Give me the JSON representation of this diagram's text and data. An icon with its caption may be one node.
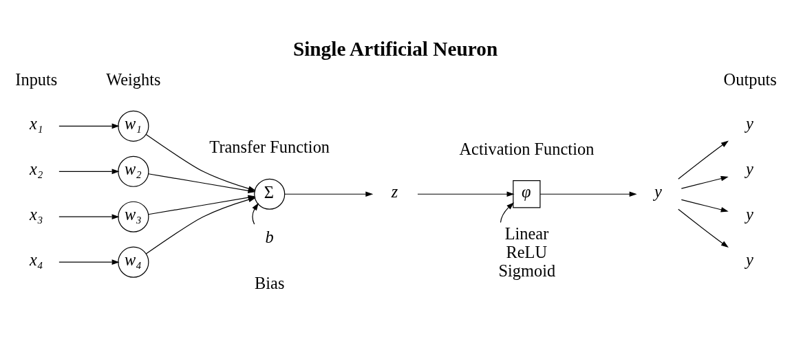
{
  "diagram": {
    "title": "Single Artificial Neuron",
    "nodes": [
      {
        "text": [
          "x₁"
        ]
      },
      {
        "text": [
          "x₂"
        ]
      },
      {
        "text": [
          "x₃"
        ]
      },
      {
        "text": [
          "x₄"
        ]
      },
      {
        "text": [
          "w₁"
        ]
      },
      {
        "text": [
          "w₂"
        ]
      },
      {
        "text": [
          "w₃"
        ]
      },
      {
        "text": [
          "w₄"
        ]
      },
      {
        "text": [
          "Σ"
        ],
        "beside": [
          "Transfer Function"
        ]
      },
      {
        "text": [
          "z"
        ]
      },
      {
        "text": [
          "φ"
        ],
        "beside": [
          "Activation Function"
        ]
      },
      {
        "text": [
          "y"
        ]
      },
      {
        "text": [
          "y"
        ]
      },
      {
        "text": [
          "y"
        ]
      },
      {
        "text": [
          "y"
        ]
      },
      {
        "text": [
          "y"
        ]
      },
      {
        "text": [
          "b"
        ],
        "beside": [
          "Bias"
        ]
      },
      {
        "text": [
          "Linear",
          "ReLU",
          "Sigmoid"
        ]
      }
    ],
    "edges": [
      {
        "from": 0,
        "to": 4,
        "arrow": "to"
      },
      {
        "from": 1,
        "to": 5,
        "arrow": "to"
      },
      {
        "from": 2,
        "to": 6,
        "arrow": "to"
      },
      {
        "from": 3,
        "to": 7,
        "arrow": "to"
      },
      {
        "from": 4,
        "to": 8,
        "arrow": "to"
      },
      {
        "from": 5,
        "to": 8,
        "arrow": "to"
      },
      {
        "from": 6,
        "to": 8,
        "arrow": "to"
      },
      {
        "from": 7,
        "to": 8,
        "arrow": "to"
      },
      {
        "from": 8,
        "to": 9,
        "arrow": "to"
      },
      {
        "from": 9,
        "to": 10,
        "arrow": "to"
      },
      {
        "from": 10,
        "to": 11,
        "arrow": "to"
      },
      {
        "from": 11,
        "to": 12,
        "arrow": "to"
      },
      {
        "from": 11,
        "to": 13,
        "arrow": "to"
      },
      {
        "from": 11,
        "to": 14,
        "arrow": "to"
      },
      {
        "from": 11,
        "to": 15,
        "arrow": "to"
      },
      {
        "from": 16,
        "to": 8,
        "arrow": "to"
      },
      {
        "from": 17,
        "to": 10,
        "arrow": "to"
      }
    ],
    "labels": [
      "Inputs",
      "Weights",
      "Outputs"
    ]
  }
}
